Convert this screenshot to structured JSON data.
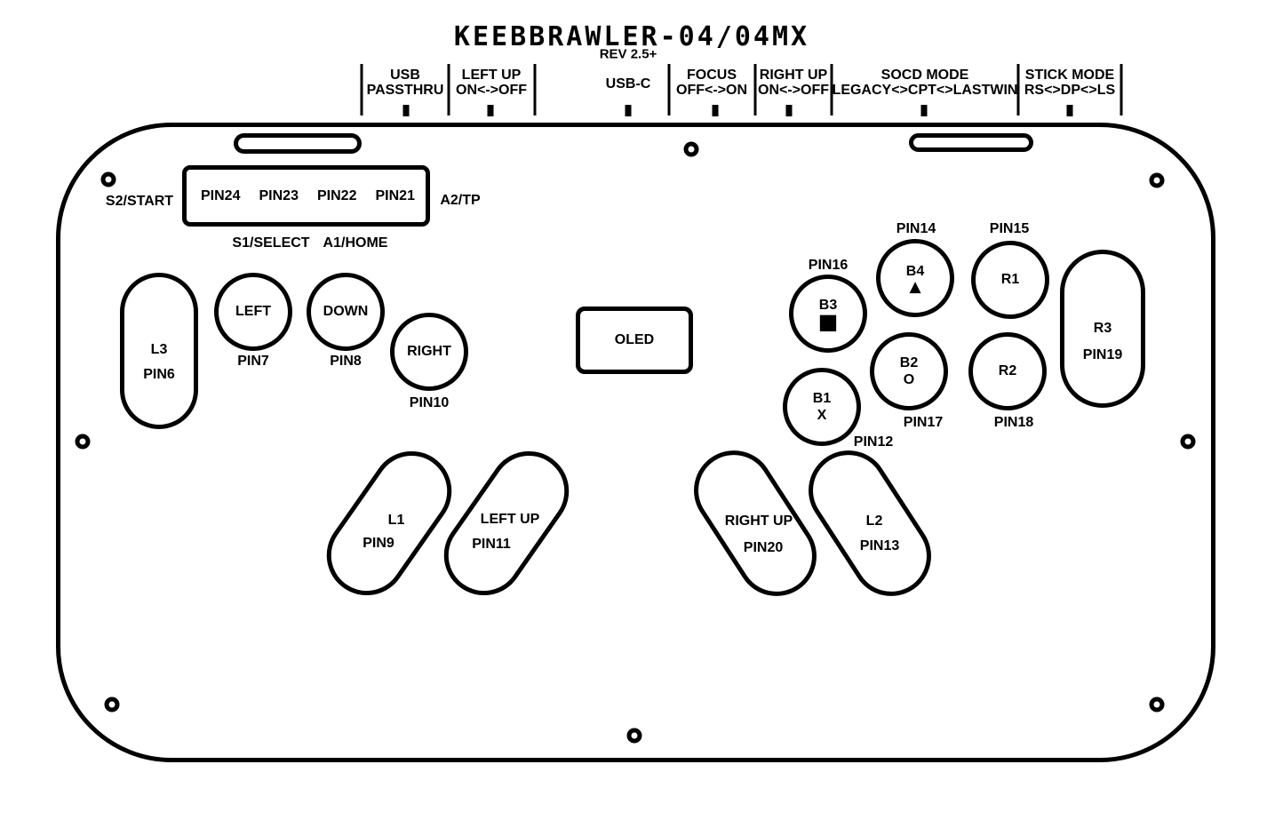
{
  "colors": {
    "ink": "#000000",
    "background": "#ffffff"
  },
  "header": {
    "title": "KEEBBRAWLER-04/04MX",
    "revision": "REV 2.5+",
    "port_labels": [
      {
        "lines": [
          "USB",
          "PASSTHRU"
        ]
      },
      {
        "lines": [
          "LEFT UP",
          "ON<->OFF"
        ]
      },
      {
        "lines": [
          "USB-C"
        ]
      },
      {
        "lines": [
          "FOCUS",
          "OFF<->ON"
        ]
      },
      {
        "lines": [
          "RIGHT UP",
          "ON<->OFF"
        ]
      },
      {
        "lines": [
          "SOCD MODE",
          "LEGACY<>CPT<>LASTWIN"
        ]
      },
      {
        "lines": [
          "STICK MODE",
          "RS<>DP<>LS"
        ]
      }
    ]
  },
  "aux": {
    "s2_label": "S2/START",
    "pin_row": [
      "PIN24",
      "PIN23",
      "PIN22",
      "PIN21"
    ],
    "a2_label": "A2/TP",
    "s1_label": "S1/SELECT",
    "a1_label": "A1/HOME"
  },
  "display": {
    "label": "OLED"
  },
  "buttons": {
    "l3": {
      "label": "L3",
      "pin": "PIN6"
    },
    "left": {
      "label": "LEFT",
      "pin": "PIN7"
    },
    "down": {
      "label": "DOWN",
      "pin": "PIN8"
    },
    "right": {
      "label": "RIGHT",
      "pin": "PIN10"
    },
    "l1": {
      "label": "L1",
      "pin": "PIN9"
    },
    "left_up": {
      "label": "LEFT UP",
      "pin": "PIN11"
    },
    "right_up": {
      "label": "RIGHT UP",
      "pin": "PIN20"
    },
    "l2": {
      "label": "L2",
      "pin": "PIN13"
    },
    "b1": {
      "label": "B1",
      "symbol": "X",
      "pin": "PIN12"
    },
    "b2": {
      "label": "B2",
      "symbol": "O",
      "pin": "PIN17"
    },
    "b3": {
      "label": "B3",
      "symbol": "■",
      "pin": "PIN16"
    },
    "b4": {
      "label": "B4",
      "symbol": "▲",
      "pin": "PIN14"
    },
    "r1": {
      "label": "R1",
      "pin": "PIN15"
    },
    "r2": {
      "label": "R2",
      "pin": "PIN18"
    },
    "r3": {
      "label": "R3",
      "pin": "PIN19"
    }
  }
}
